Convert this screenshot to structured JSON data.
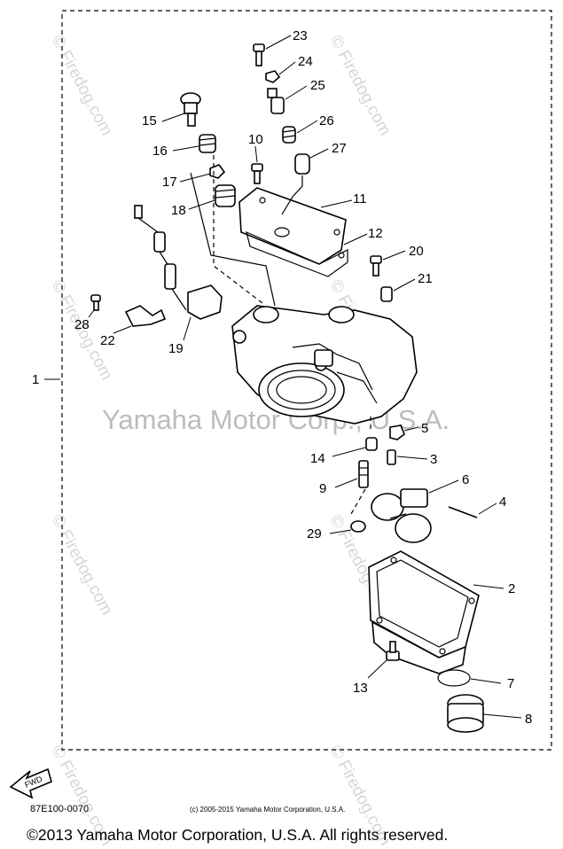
{
  "watermark": {
    "site": "© Firedog.com",
    "center": "Yamaha Motor Corp., U.S.A."
  },
  "callouts": [
    "1",
    "2",
    "3",
    "4",
    "5",
    "6",
    "7",
    "8",
    "9",
    "10",
    "11",
    "12",
    "13",
    "14",
    "15",
    "16",
    "17",
    "18",
    "19",
    "20",
    "21",
    "22",
    "23",
    "24",
    "25",
    "26",
    "27",
    "28",
    "29"
  ],
  "assembly_code": "87E100-0070",
  "small_notice": "(c) 2005-2015 Yamaha Motor Corporation, U.S.A.",
  "footer": "©2013 Yamaha Motor Corporation, U.S.A. All rights reserved.",
  "fwd_arrow": "FWD"
}
